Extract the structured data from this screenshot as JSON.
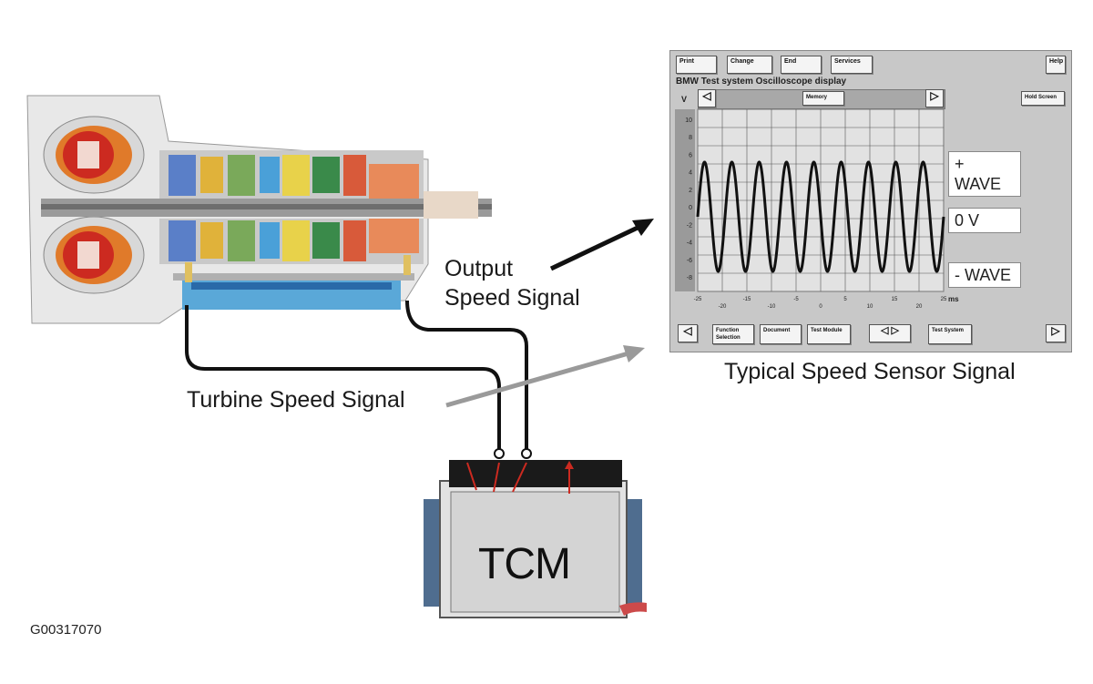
{
  "labels": {
    "output_speed_signal": [
      "Output",
      "Speed Signal"
    ],
    "turbine_speed_signal": "Turbine Speed Signal",
    "typical_speed_sensor_signal": "Typical Speed Sensor Signal",
    "tcm": "TCM",
    "figure_id": "G00317070"
  },
  "oscilloscope": {
    "top_buttons": [
      "Print",
      "Change",
      "End",
      "Services",
      "Help"
    ],
    "title": "BMW  Test system  Oscilloscope display",
    "memory_button": "Memory",
    "right_button": "Hold Screen",
    "y_unit": "V",
    "y_ticks": [
      "10",
      "8",
      "6",
      "4",
      "2",
      "0",
      "-2",
      "-4",
      "-6",
      "-8"
    ],
    "x_ticks_top": [
      "-25",
      "-15",
      "-5",
      "5",
      "15",
      "25"
    ],
    "x_ticks_bottom": [
      "-20",
      "-10",
      "0",
      "10",
      "20"
    ],
    "x_unit": "ms",
    "plus_wave": "+ WAVE",
    "zero_v": "0 V",
    "minus_wave": "- WAVE",
    "bottom_buttons": [
      "Function Selection",
      "Document",
      "Test Module",
      "Test System"
    ],
    "waveform": {
      "amplitude_v": 6,
      "cycles": 9
    }
  },
  "colors": {
    "scope_panel": "#c8c8c8",
    "scope_plot": "#d8d8d8",
    "tcm_body": "#d4d4d4",
    "tcm_side": "#4f6d8f",
    "arrow_black": "#111111",
    "arrow_gray": "#9a9a9a"
  }
}
